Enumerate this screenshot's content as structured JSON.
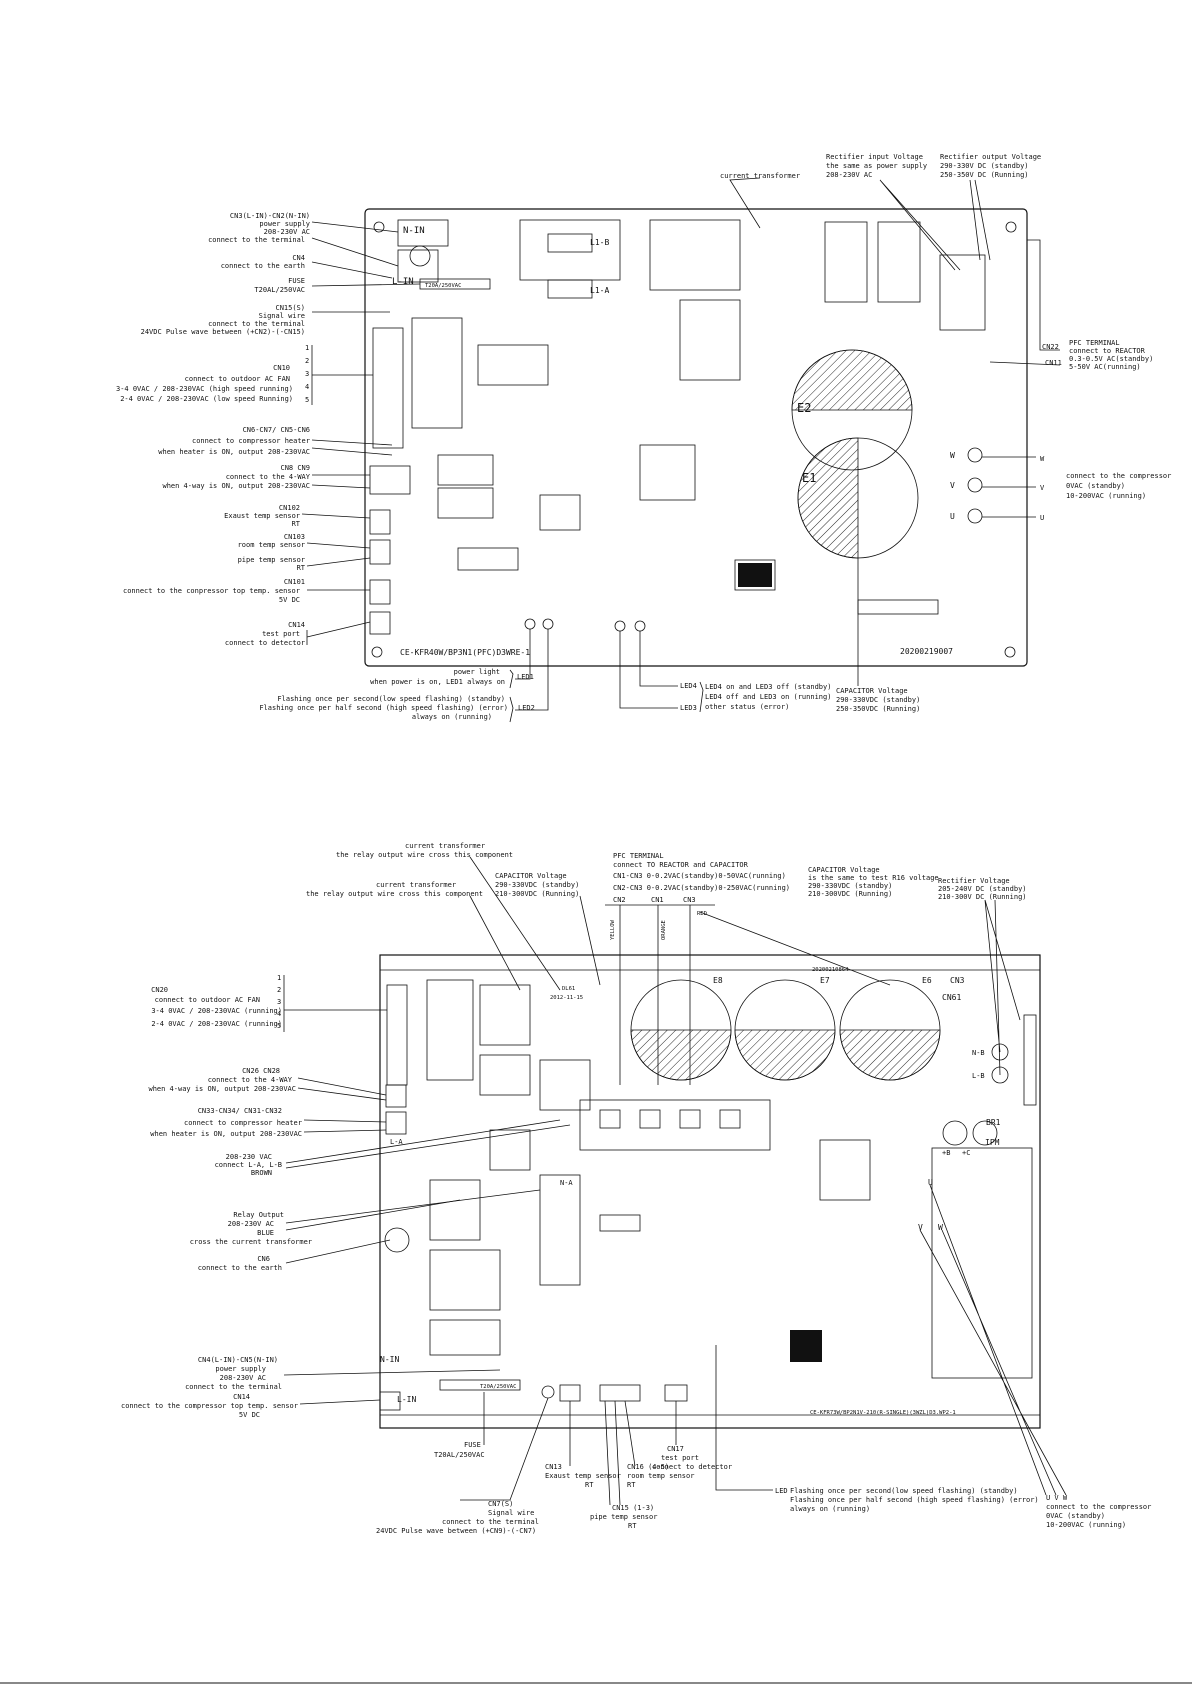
{
  "board_top": {
    "model": "CE-KFR40W/BP3N1(PFC)D3WRE-1",
    "date_code": "20200219007",
    "components": {
      "n_in": "N-IN",
      "l_in": "L-IN",
      "fuse_label": "T20A/250VAC",
      "l1b": "L1-B",
      "l1a": "L1-A",
      "e1": "E1",
      "e2": "E2",
      "u": "U",
      "v": "V",
      "w": "W"
    },
    "left_callouts": [
      "CN3(L-IN)-CN2(N-IN)",
      "power supply",
      "208-230V AC",
      "connect to the terminal",
      "CN4",
      "connect to the earth",
      "FUSE",
      "T20AL/250VAC",
      "CN15(S)",
      "Signal wire",
      "connect to the terminal",
      "24VDC Pulse wave between (+CN2)-(-CN15)",
      "CN10",
      "connect to outdoor AC FAN",
      "3-4  0VAC / 208-230VAC (high speed running)",
      "2-4  0VAC / 208-230VAC (low speed Running)",
      "CN6-CN7/ CN5-CN6",
      "connect to compressor heater",
      "when heater is ON, output 208-230VAC",
      "CN8  CN9",
      "connect to the 4-WAY",
      "when 4-way is ON, output 208-230VAC",
      "CN102",
      "Exaust temp sensor",
      "RT",
      "CN103",
      "room temp sensor",
      "pipe temp sensor",
      "RT",
      "CN101",
      "connect to the conpressor top temp. sensor",
      "5V DC",
      "CN14",
      "test port",
      "connect to detector"
    ],
    "fan_pins": [
      "1",
      "2",
      "3",
      "4",
      "5"
    ],
    "top_callouts": {
      "ct": "current transformer",
      "rect_in_1": "Rectifier input Voltage",
      "rect_in_2": "the same as power supply",
      "rect_in_3": "208-230V AC",
      "rect_out_1": "Rectifier output Voltage",
      "rect_out_2": "290-330V DC (standby)",
      "rect_out_3": "250-350V DC (Running)"
    },
    "right_callouts": {
      "cn22": "CN22",
      "cn11": "CN11",
      "pfc_1": "PFC TERMINAL",
      "pfc_2": "connect to REACTOR",
      "pfc_3": "0.3-0.5V AC(standby)",
      "pfc_4": "5-50V AC(running)",
      "comp_1": "connect to the compressor",
      "comp_2": "0VAC  (standby)",
      "comp_3": "10-200VAC  (running)"
    },
    "bottom_callouts": {
      "led1_a": "power light",
      "led1_b": "when power is on, LED1 always on",
      "led1": "LED1",
      "led2_a": "Flashing once per second(low speed flashing) (standby)",
      "led2_b": "Flashing once per half second (high speed flashing) (error)",
      "led2_c": "always on (running)",
      "led2": "LED2",
      "led4": "LED4",
      "led3": "LED3",
      "led_a": "LED4 on and LED3 off (standby)",
      "led_b": "LED4 off and LED3 on (running)",
      "led_c": "other status (error)",
      "cap_1": "CAPACITOR Voltage",
      "cap_2": "290-330VDC (standby)",
      "cap_3": "250-350VDC (Running)"
    }
  },
  "board_bottom": {
    "model": "CE-KFR73W/BP2N1V-210(R-SINGLE)(3WZL)D3.WP2-1",
    "date_code": "20200210864",
    "components": {
      "e6": "E6",
      "e7": "E7",
      "e8": "E8",
      "cn61": "CN61",
      "cn3": "CN3",
      "br1": "BR1",
      "ipm": "IPM",
      "n_b": "N-B",
      "l_b": "L-B",
      "n_in": "N-IN",
      "l_in": "L-IN",
      "n_a": "N-A",
      "l_a": "L-A",
      "p_b": "+B",
      "p_c": "+C",
      "u": "U",
      "v": "V",
      "w": "W",
      "fuse": "T20A/250VAC",
      "date_stamp": "2012-11-15",
      "dl61": "DL61"
    },
    "top_callouts": {
      "ct1_a": "current transformer",
      "ct1_b": "the relay output wire cross this component",
      "ct2_a": "current transformer",
      "ct2_b": "the relay output wire cross this component",
      "capv_1": "CAPACITOR Voltage",
      "capv_2": "290-330VDC (standby)",
      "capv_3": "210-300VDC (Running)",
      "pfc_1": "PFC  TERMINAL",
      "pfc_2": "connect  TO  REACTOR and CAPACITOR",
      "pfc_3": "CN1-CN3 0-0.2VAC(standby)0-50VAC(running)",
      "pfc_4": "CN2-CN3 0-0.2VAC(standby)0-250VAC(running)",
      "cn2": "CN2",
      "cn1": "CN1",
      "cn3": "CN3",
      "yellow": "YELLOW",
      "orange": "ORANGE",
      "red": "RED",
      "cap16_1": "CAPACITOR Voltage",
      "cap16_2": "is the same to test R16 voltage",
      "cap16_3": "290-330VDC (standby)",
      "cap16_4": "210-300VDC (Running)",
      "rect_1": "Rectifier Voltage",
      "rect_2": "205-240V DC (standby)",
      "rect_3": "210-300V DC (Running)"
    },
    "left_callouts": [
      "CN20",
      "connect to outdoor AC FAN",
      "3-4  0VAC / 208-230VAC (running)",
      "2-4  0VAC / 208-230VAC (running)",
      "CN26  CN28",
      "connect to the 4-WAY",
      "when 4-way is ON, output 208-230VAC",
      "CN33-CN34/ CN31-CN32",
      "connect to compressor heater",
      "when heater is ON, output 208-230VAC",
      "208-230 VAC",
      "connect  L-A, L-B",
      "BROWN",
      "Relay Output",
      "208-230V AC",
      "BLUE",
      "cross the current transformer",
      "CN6",
      "connect to the earth",
      "CN4(L-IN)-CN5(N-IN)",
      "power supply",
      "208-230V AC",
      "connect to the terminal",
      "CN14",
      "connect to the compressor top temp. sensor",
      "5V DC"
    ],
    "fan_pins": [
      "1",
      "2",
      "3",
      "4",
      "5"
    ],
    "bottom_callouts": {
      "fuse_1": "FUSE",
      "fuse_2": "T20AL/250VAC",
      "sig_1": "CN7(S)",
      "sig_2": "Signal wire",
      "sig_3": "connect to the terminal",
      "sig_4": "24VDC Pulse wave between (+CN9)-(-CN7)",
      "cn13_1": "CN13",
      "cn13_2": "Exaust temp sensor",
      "cn13_3": "RT",
      "cn15_1": "CN15 (1-3)",
      "cn15_2": "pipe temp sensor",
      "cn15_3": "RT",
      "cn16_1": "CN16 (4-5)",
      "cn16_2": "room temp sensor",
      "cn16_3": "RT",
      "cn17_1": "CN17",
      "cn17_2": "test port",
      "cn17_3": "connect to detector",
      "led_tag": "LED",
      "led_1": "Flashing once per second(low speed flashing) (standby)",
      "led_2": "Flashing once per half second (high speed flashing) (error)",
      "led_3": "always on (running)",
      "uvw_1": "U  V  W",
      "uvw_2": "connect to the compressor",
      "uvw_3": "0VAC  (standby)",
      "uvw_4": "10-200VAC  (running)"
    }
  }
}
